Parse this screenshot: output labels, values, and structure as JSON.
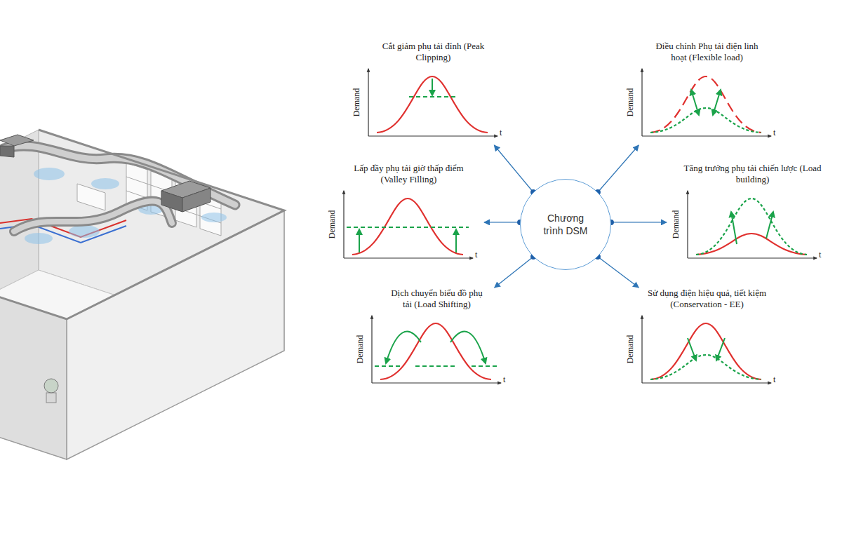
{
  "diagram": {
    "nodes": [
      {
        "text": [
          "Cắt giảm phụ tải đỉnh (Peak Clipping)",
          "Demand",
          "t"
        ]
      },
      {
        "text": [
          "Điều chỉnh Phụ tải điện linh hoạt (Flexible load)",
          "Demand",
          "t"
        ]
      },
      {
        "text": [
          "Lấp đầy phụ tải giờ thấp điểm (Valley Filling)",
          "Demand",
          "t"
        ]
      },
      {
        "text": [
          "Tăng trưởng phụ tải chiến lược (Load building)",
          "Demand",
          "t"
        ]
      },
      {
        "text": [
          "Dịch chuyển biểu đồ phụ tải (Load Shifting)",
          "Demand",
          "t"
        ]
      },
      {
        "text": [
          "Sử dụng điện hiệu quả, tiết kiệm (Conservation - EE)",
          "Demand",
          "t"
        ]
      },
      {
        "text": [
          "Chương trình DSM"
        ]
      }
    ],
    "edges": [
      {
        "from": 6,
        "to": 0,
        "arrow": "to"
      },
      {
        "from": 6,
        "to": 1,
        "arrow": "to"
      },
      {
        "from": 6,
        "to": 2,
        "arrow": "to"
      },
      {
        "from": 6,
        "to": 3,
        "arrow": "to"
      },
      {
        "from": 6,
        "to": 4,
        "arrow": "to"
      },
      {
        "from": 6,
        "to": 5,
        "arrow": "to"
      }
    ]
  }
}
